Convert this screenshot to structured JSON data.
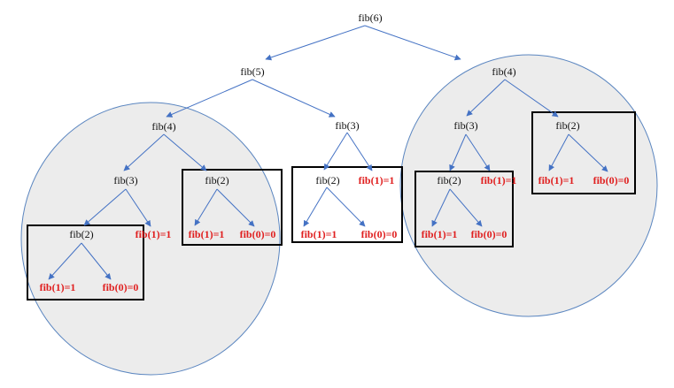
{
  "diagram": {
    "colors": {
      "edge": "#4472c4",
      "circle_fill": "#ececec",
      "circle_stroke": "#5b86c0",
      "box_stroke": "#000000",
      "node_text": "#111111",
      "leaf_text": "#e02020"
    },
    "labels": {
      "fib6": "fib(6)",
      "fib5": "fib(5)",
      "fib4": "fib(4)",
      "fib3": "fib(3)",
      "fib2": "fib(2)",
      "fib1": "fib(1)=1",
      "fib0": "fib(0)=0"
    }
  }
}
